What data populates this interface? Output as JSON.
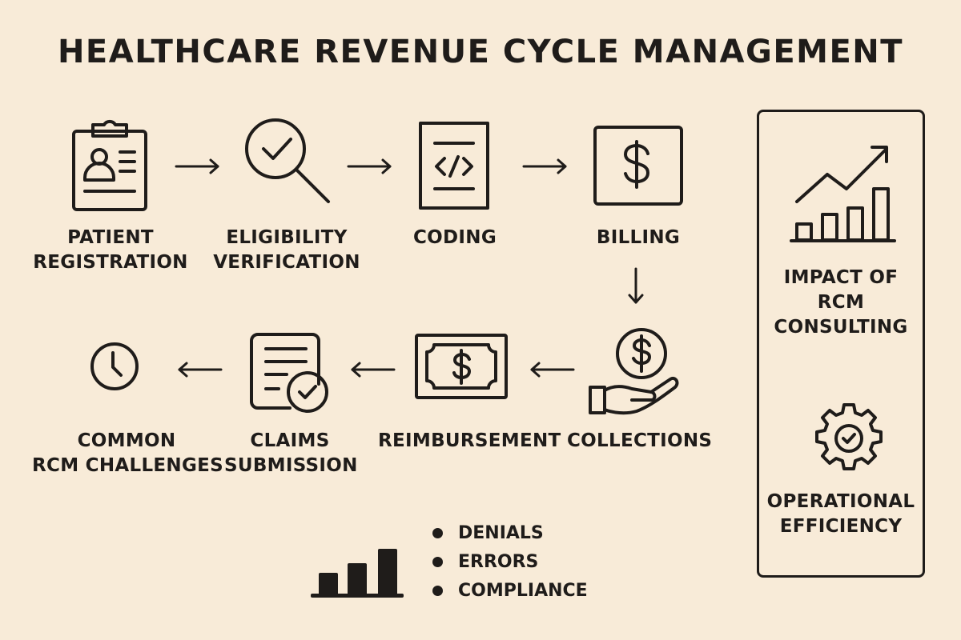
{
  "title": "HEALTHCARE REVENUE CYCLE MANAGEMENT",
  "steps": [
    {
      "id": "patient-registration",
      "line1": "PATIENT",
      "line2": "REGISTRATION",
      "icon": "clipboard-user-icon"
    },
    {
      "id": "eligibility-verification",
      "line1": "ELIGIBILITY",
      "line2": "VERIFICATION",
      "icon": "magnifier-check-icon"
    },
    {
      "id": "coding",
      "line1": "CODING",
      "line2": "",
      "icon": "code-document-icon"
    },
    {
      "id": "billing",
      "line1": "BILLING",
      "line2": "",
      "icon": "dollar-box-icon"
    },
    {
      "id": "collections",
      "line1": "COLLECTIONS",
      "line2": "",
      "icon": "hand-coin-icon"
    },
    {
      "id": "reimbursement",
      "line1": "REIMBURSEMENT",
      "line2": "",
      "icon": "banknote-icon"
    },
    {
      "id": "claims-submission",
      "line1": "CLAIMS",
      "line2": "SUBMISSION",
      "icon": "document-check-icon"
    },
    {
      "id": "common-rcm-challenges",
      "line1": "COMMON",
      "line2": "RCM CHALLENGES",
      "icon": "clock-icon"
    }
  ],
  "flow": [
    "patient-registration",
    "eligibility-verification",
    "coding",
    "billing",
    "collections",
    "reimbursement",
    "claims-submission",
    "common-rcm-challenges"
  ],
  "challenges": {
    "icon": "bar-chart-icon",
    "items": [
      "DENIALS",
      "ERRORS",
      "COMPLIANCE"
    ]
  },
  "panel": {
    "impact": {
      "line1": "IMPACT OF",
      "line2": "RCM",
      "line3": "CONSULTING",
      "icon": "growth-chart-icon"
    },
    "efficiency": {
      "line1": "OPERATIONAL",
      "line2": "EFFICIENCY",
      "icon": "gear-check-icon"
    }
  },
  "colors": {
    "background": "#f8ebd8",
    "ink": "#1f1c1a"
  }
}
